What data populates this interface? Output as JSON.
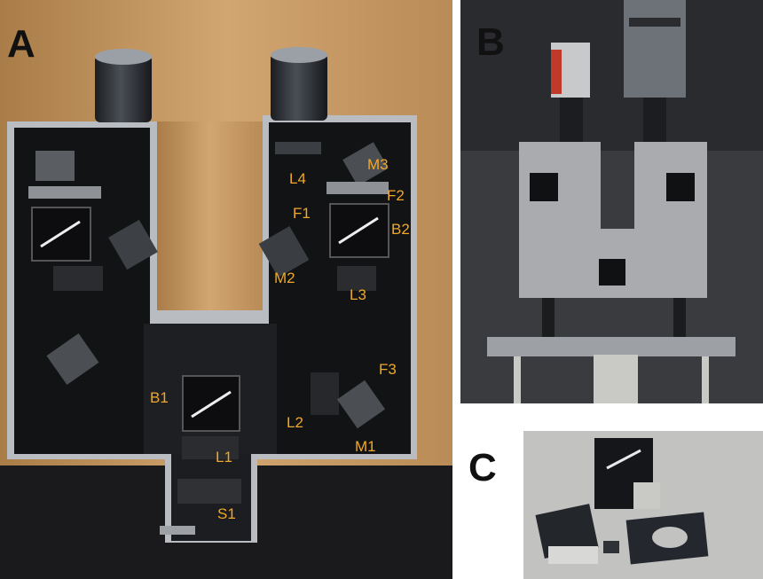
{
  "panels": [
    {
      "letter": "A"
    },
    {
      "letter": "B"
    },
    {
      "letter": "C"
    }
  ],
  "component_labels": {
    "M3": "M3",
    "L4": "L4",
    "F2": "F2",
    "F1": "F1",
    "B2": "B2",
    "M2": "M2",
    "L3": "L3",
    "F3": "F3",
    "B1": "B1",
    "L2": "L2",
    "M1": "M1",
    "L1": "L1",
    "S1": "S1"
  },
  "colors": {
    "label": "#f0a82a",
    "housing": "#16171a",
    "frame": "#b9bcc0",
    "wall": "#c79a62",
    "plate": "#a9abae"
  }
}
